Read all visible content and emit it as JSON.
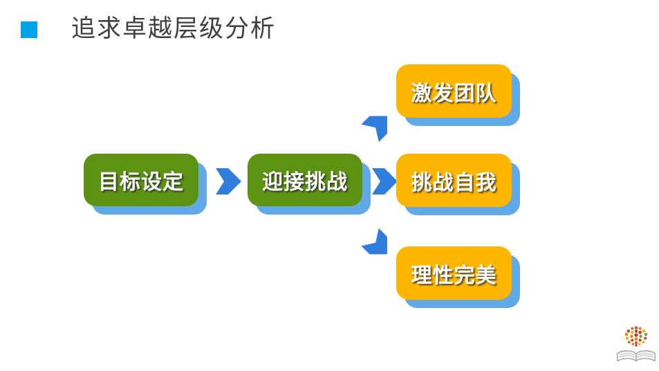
{
  "title": {
    "text": "追求卓越层级分析"
  },
  "diagram": {
    "boxes": [
      {
        "label": "目标设定",
        "color": "green"
      },
      {
        "label": "迎接挑战",
        "color": "green"
      },
      {
        "label": "激发团队",
        "color": "yellow"
      },
      {
        "label": "挑战自我",
        "color": "yellow"
      },
      {
        "label": "理性完美",
        "color": "yellow"
      }
    ],
    "arrows": [
      {
        "icon": "arrow-right-icon"
      },
      {
        "icon": "arrow-up-right-icon"
      },
      {
        "icon": "arrow-right-icon"
      },
      {
        "icon": "arrow-down-right-icon"
      }
    ]
  },
  "icons": {
    "bullet": "square-bullet-icon",
    "arrow": "notched-right-arrow-icon",
    "logo": "open-book-with-dot-sphere-icon"
  },
  "colors": {
    "green": "#5c9312",
    "yellow": "#ffb600",
    "shadow-blue": "#62a9e8",
    "arrow-blue": "#2f7ddd",
    "bullet-cyan": "#00a2e8",
    "title-gray": "#3f3f3f"
  }
}
